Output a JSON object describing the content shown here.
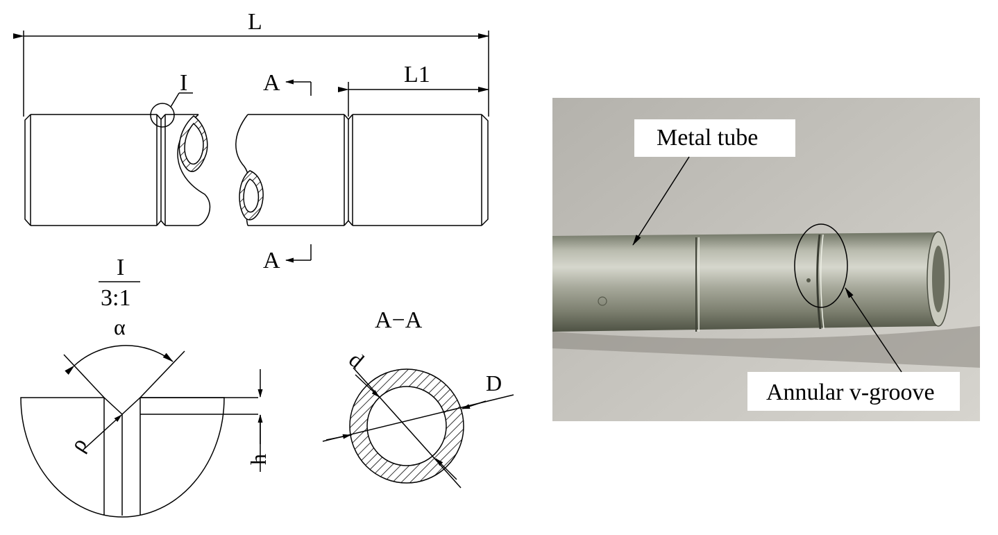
{
  "drawing": {
    "dim_total_length": "L",
    "dim_end_length": "L1",
    "detail_marker": "I",
    "section_mark_top": "A",
    "section_mark_bottom": "A",
    "detail_title": "I",
    "detail_scale": "3:1",
    "angle_symbol": "α",
    "radius_symbol": "ρ",
    "depth_symbol": "h",
    "section_title": "A−A",
    "inner_diameter_symbol": "d",
    "outer_diameter_symbol": "D"
  },
  "photo": {
    "label_tube": "Metal tube",
    "label_groove": "Annular v-groove"
  }
}
